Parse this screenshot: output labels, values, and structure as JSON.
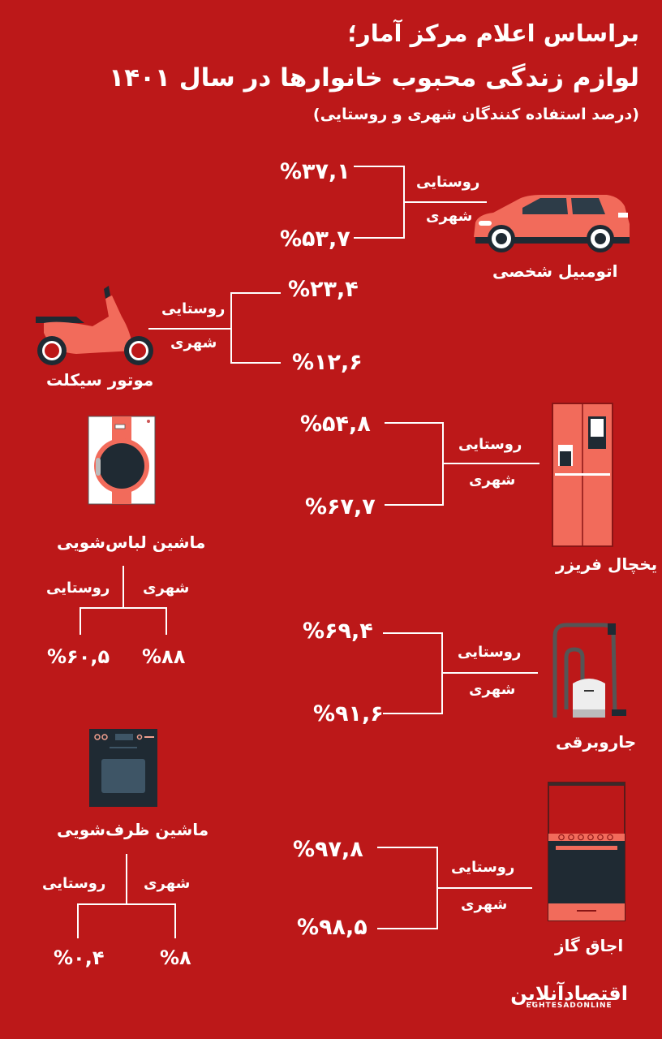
{
  "header": {
    "line1": "براساس اعلام مرکز آمار؛",
    "line2": "لوازم زندگی محبوب خانوارها در سال ۱۴۰۱",
    "line3": "(درصد استفاده کنندگان شهری و روستایی)"
  },
  "labels": {
    "rural": "روستایی",
    "urban": "شهری"
  },
  "items": [
    {
      "name": "اتومبیل شخصی",
      "icon": "car-icon",
      "rural": "%۳۷,۱",
      "urban": "%۵۳,۷"
    },
    {
      "name": "موتور سیکلت",
      "icon": "motorcycle-icon",
      "rural": "%۲۳,۴",
      "urban": "%۱۲,۶"
    },
    {
      "name": "یخچال فریزر",
      "icon": "refrigerator-icon",
      "rural": "%۵۴,۸",
      "urban": "%۶۷,۷"
    },
    {
      "name": "ماشین لباس‌شویی",
      "icon": "washing-machine-icon",
      "rural": "%۶۰,۵",
      "urban": "%۸۸"
    },
    {
      "name": "جاروبرقی",
      "icon": "vacuum-cleaner-icon",
      "rural": "%۶۹,۴",
      "urban": "%۹۱,۶"
    },
    {
      "name": "ماشین ظرف‌شویی",
      "icon": "dishwasher-icon",
      "rural": "%۰,۴",
      "urban": "%۸"
    },
    {
      "name": "اجاق گاز",
      "icon": "gas-stove-icon",
      "rural": "%۹۷,۸",
      "urban": "%۹۸,۵"
    }
  ],
  "logo": {
    "fa": "اقتصادآنلاین",
    "en": "EGHTESADONLINE"
  },
  "colors": {
    "background": "#bc1819",
    "accent": "#f26b5b",
    "dark": "#1f2a33",
    "text": "#ffffff"
  },
  "chart_data": {
    "type": "bar",
    "title": "لوازم زندگی محبوب خانوارها در سال ۱۴۰۱",
    "subtitle": "درصد استفاده کنندگان شهری و روستایی",
    "categories": [
      "اتومبیل شخصی",
      "موتور سیکلت",
      "یخچال فریزر",
      "ماشین لباس‌شویی",
      "جاروبرقی",
      "ماشین ظرف‌شویی",
      "اجاق گاز"
    ],
    "series": [
      {
        "name": "روستایی",
        "values": [
          37.1,
          23.4,
          54.8,
          60.5,
          69.4,
          0.4,
          97.8
        ]
      },
      {
        "name": "شهری",
        "values": [
          53.7,
          12.6,
          67.7,
          88,
          91.6,
          8,
          98.5
        ]
      }
    ],
    "ylabel": "%",
    "ylim": [
      0,
      100
    ]
  }
}
